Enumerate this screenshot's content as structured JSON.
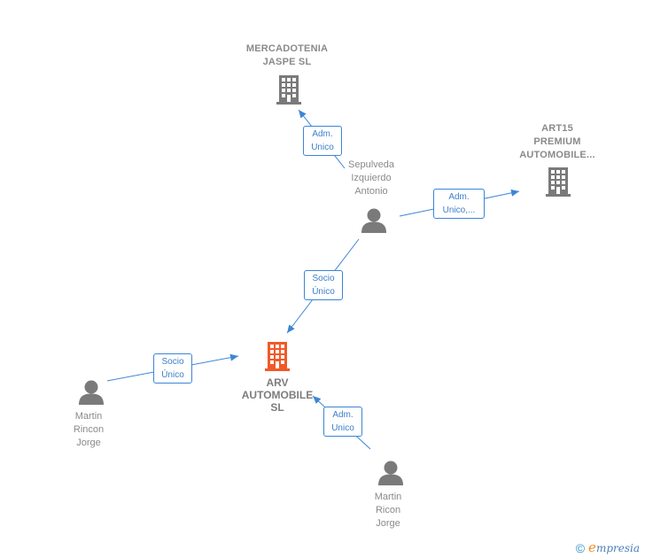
{
  "colors": {
    "edge": "#3d85d6",
    "node_gray": "#7a7a7a",
    "focus_orange": "#f05a28"
  },
  "nodes": {
    "mercadotenia": {
      "label_lines": [
        "MERCADOTENIA",
        "JASPE  SL"
      ],
      "icon": "building-icon"
    },
    "art15": {
      "label_lines": [
        "ART15",
        "PREMIUM",
        "AUTOMOBILE..."
      ],
      "icon": "building-icon"
    },
    "sepulveda": {
      "label_lines": [
        "Sepulveda",
        "Izquierdo",
        "Antonio"
      ],
      "icon": "person-icon"
    },
    "arv": {
      "label_lines": [
        "ARV",
        "AUTOMOBILE",
        "SL"
      ],
      "icon": "building-icon"
    },
    "martin_left": {
      "label_lines": [
        "Martin",
        "Rincon",
        "Jorge"
      ],
      "icon": "person-icon"
    },
    "martin_bottom": {
      "label_lines": [
        "Martin",
        "Ricon",
        "Jorge"
      ],
      "icon": "person-icon"
    }
  },
  "edges": {
    "e1": {
      "lines": [
        "Adm.",
        "Unico"
      ]
    },
    "e2": {
      "lines": [
        "Adm.",
        "Unico,..."
      ]
    },
    "e3": {
      "lines": [
        "Socio",
        "Único"
      ]
    },
    "e4": {
      "lines": [
        "Socio",
        "Único"
      ]
    },
    "e5": {
      "lines": [
        "Adm.",
        "Unico"
      ]
    }
  },
  "footer": {
    "copyright": "©",
    "brand_first": "e",
    "brand_rest": "mpresia"
  }
}
